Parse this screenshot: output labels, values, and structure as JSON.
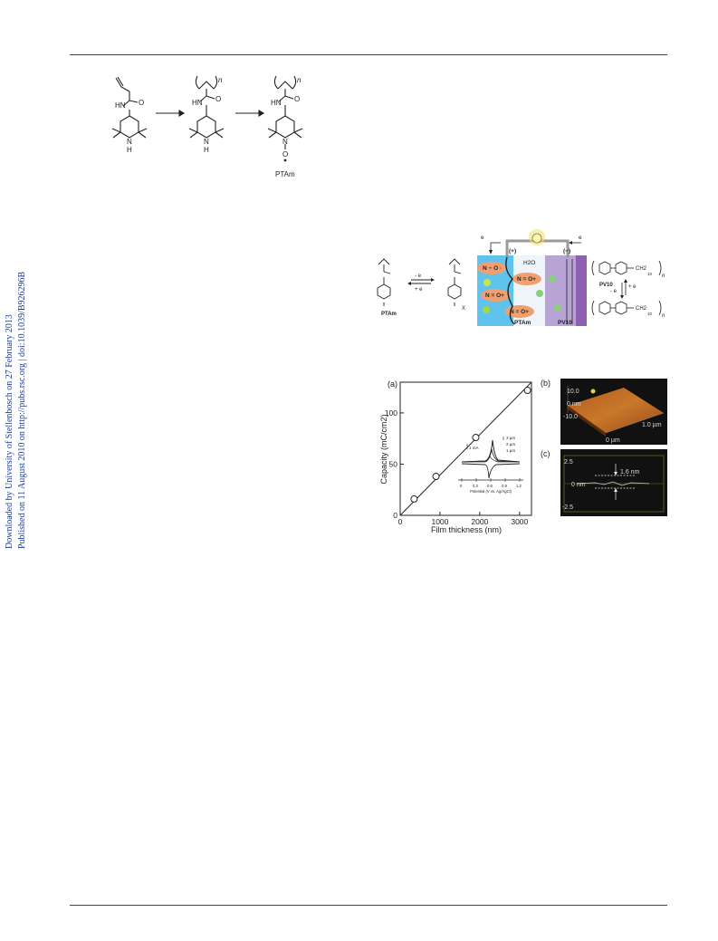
{
  "sidebar": {
    "line1": "Downloaded by University of Stellenbosch on 27 February 2013",
    "line2": "Published on 11 August 2010 on http://pubs.rsc.org | doi:10.1039/B926296B"
  },
  "scheme": {
    "labels": {
      "hn1": "HN",
      "hn2": "HN",
      "hn3": "HN",
      "o1": "O",
      "o2": "O",
      "o3": "O",
      "n1": "N",
      "n2": "N",
      "n3": "N",
      "h1": "H",
      "h2": "H",
      "nsub": "n",
      "o_rad": "O",
      "product": "PTAm"
    }
  },
  "battery": {
    "ptam_label": "PTAm",
    "oxidized_anion": "X",
    "eq_top": "- e",
    "eq_bottom": "+ e",
    "electron_left": "e",
    "electron_right": "e",
    "plus_electrode": "(+)",
    "minus_electrode": "(−)",
    "water": "H2O",
    "radical1": "N − O ·",
    "oxo1": "N = O+",
    "oxo2": "N = O+",
    "oxo3": "N = O+",
    "ptam_film": "PTAm",
    "pv10_film": "PV10",
    "pv10_label": "PV10",
    "ch2": "CH2",
    "sub10": "10",
    "sub_n": "n",
    "eq2_left": "- e",
    "eq2_right": "+ e"
  },
  "panel_a": {
    "label": "(a)",
    "inset": {
      "legend": [
        "3 µm",
        "2 µm",
        "1 µm"
      ],
      "scale": "1 mA",
      "xticks": [
        "0",
        "0.3",
        "0.6",
        "0.9",
        "1.2"
      ],
      "xlabel": "Potential (V vs. Ag/AgCl)"
    }
  },
  "panel_b": {
    "label": "(b)",
    "zmax": "10.0",
    "zzero": "0 nm",
    "zmin": "-10.0",
    "ylab": "1.0 µm",
    "xlab": "0 µm"
  },
  "panel_c": {
    "label": "(c)",
    "ymax": "2.5",
    "yzero": "0 nm",
    "ymin": "-2.5",
    "height": "1.6 nm"
  },
  "chart_data": {
    "type": "scatter",
    "xlabel": "Film thickness (nm)",
    "ylabel": "Capacity (mC/cm2)",
    "xlim": [
      0,
      3300
    ],
    "ylim": [
      0,
      130
    ],
    "xticks": [
      0,
      1000,
      2000,
      3000
    ],
    "yticks": [
      0,
      50,
      100
    ],
    "points": [
      {
        "x": 350,
        "y": 16
      },
      {
        "x": 900,
        "y": 38
      },
      {
        "x": 1900,
        "y": 76
      },
      {
        "x": 3200,
        "y": 122
      }
    ],
    "fit_line": {
      "x": [
        0,
        3300
      ],
      "y": [
        0,
        130
      ]
    },
    "grid": false
  }
}
